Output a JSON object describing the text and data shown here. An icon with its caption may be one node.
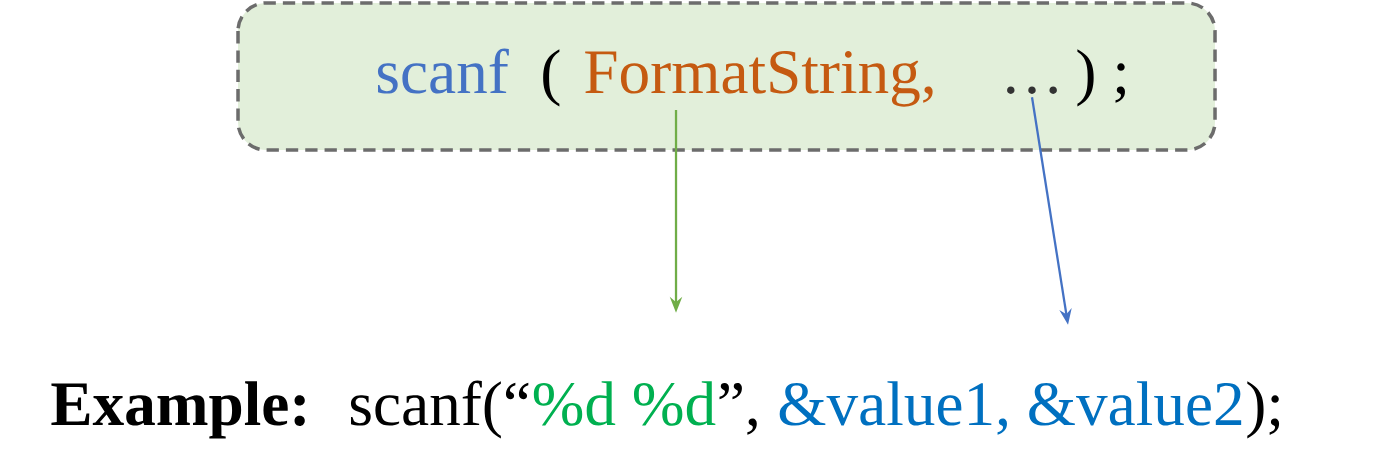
{
  "diagram": {
    "nodes": [
      {
        "text": [],
        "shape": "box"
      },
      {
        "text": [
          "scanf"
        ],
        "in": 0
      },
      {
        "text": [
          "("
        ],
        "in": 0
      },
      {
        "text": [
          "FormatString,"
        ],
        "in": 0
      },
      {
        "text": [
          "…"
        ],
        "in": 0
      },
      {
        "text": [
          ") ;"
        ],
        "in": 0
      },
      {
        "text": [
          "Example:"
        ]
      },
      {
        "text": [
          "scanf(“"
        ]
      },
      {
        "text": [
          "%d %d"
        ]
      },
      {
        "text": [
          "”,"
        ]
      },
      {
        "text": [
          "&value1, &value2"
        ]
      },
      {
        "text": [
          ");"
        ]
      }
    ],
    "edges": [
      {
        "from": 3,
        "to": 8,
        "arrow": "to",
        "color": "#70ad47"
      },
      {
        "from": 4,
        "to": 10,
        "arrow": "to",
        "color": "#4472c4"
      }
    ]
  }
}
